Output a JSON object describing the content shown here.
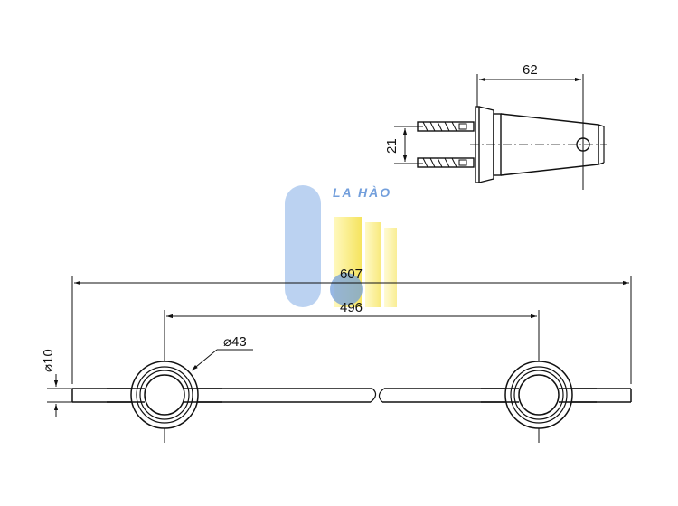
{
  "dimensions": {
    "total_length": "607",
    "mount_spacing": "496",
    "rosette_diameter": "⌀43",
    "bar_diameter": "⌀10",
    "depth": "62",
    "screw_spacing": "21"
  },
  "watermark": {
    "text": "LA HÀO",
    "color_blue": "#5b8fd6",
    "color_yellow": "#f5e34a"
  },
  "colors": {
    "line": "#111111",
    "background": "#ffffff"
  }
}
